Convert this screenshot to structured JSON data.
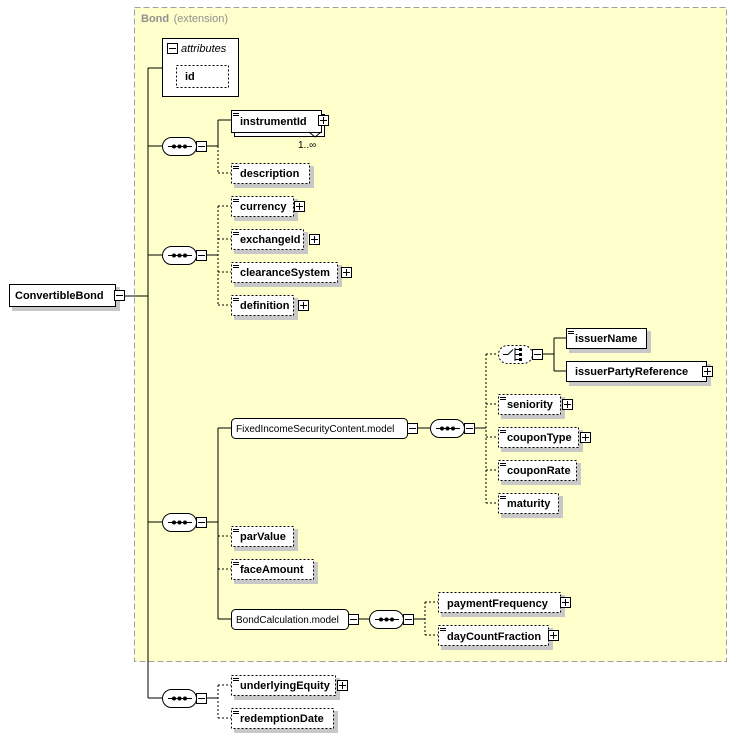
{
  "extension": {
    "title": "Bond",
    "subtitle": "(extension)"
  },
  "root": {
    "label": "ConvertibleBond"
  },
  "attributes": {
    "title": "attributes",
    "items": [
      "id"
    ]
  },
  "elements": {
    "instrumentId": "instrumentId",
    "instrumentId_cardinality": "1..∞",
    "description": "description",
    "currency": "currency",
    "exchangeId": "exchangeId",
    "clearanceSystem": "clearanceSystem",
    "definition": "definition",
    "fixedIncomeModel": "FixedIncomeSecurityContent.model",
    "issuerName": "issuerName",
    "issuerPartyReference": "issuerPartyReference",
    "seniority": "seniority",
    "couponType": "couponType",
    "couponRate": "couponRate",
    "maturity": "maturity",
    "parValue": "parValue",
    "faceAmount": "faceAmount",
    "bondCalculationModel": "BondCalculation.model",
    "paymentFrequency": "paymentFrequency",
    "dayCountFraction": "dayCountFraction",
    "underlyingEquity": "underlyingEquity",
    "redemptionDate": "redemptionDate"
  },
  "colors": {
    "extension_fill": "#ffffcc",
    "extension_border": "#a0a0a0"
  }
}
